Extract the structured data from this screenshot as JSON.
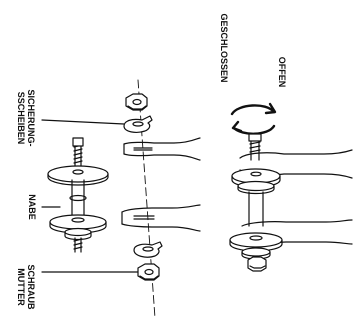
{
  "labels": {
    "sicherungsscheiben": "SICHERUNG-\nSSCHEIBEN",
    "nabe": "NABE",
    "schraubmutter": "SCHRAUB\nMUTTER",
    "geschlossen": "GESCHLOSSEN",
    "offen": "OFFEN"
  },
  "icons": {
    "rotation": "rotate-arrows-icon"
  },
  "colors": {
    "ink": "#111111",
    "paper": "#ffffff"
  }
}
